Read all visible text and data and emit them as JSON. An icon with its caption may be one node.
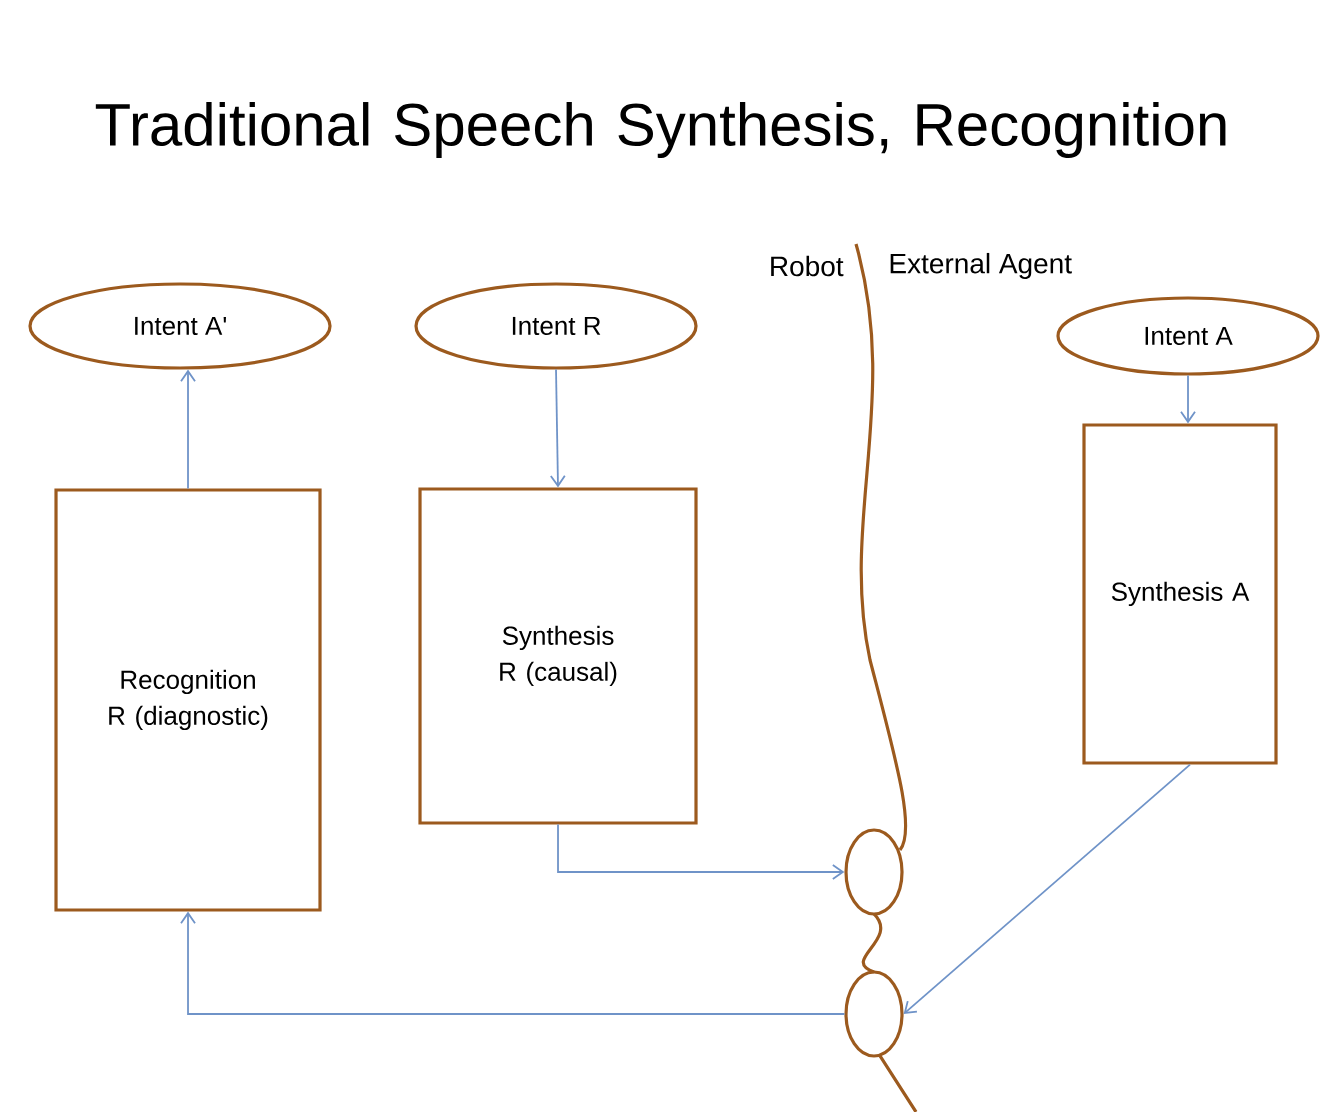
{
  "diagram": {
    "title": "Traditional Speech Synthesis, Recognition",
    "nodes": [
      {
        "text": [
          "Intent A'"
        ]
      },
      {
        "text": [
          "Intent R"
        ]
      },
      {
        "text": [
          "Intent A"
        ]
      },
      {
        "text": [
          "Recognition R (diagnostic)"
        ]
      },
      {
        "text": [
          "Synthesis R (causal)"
        ]
      },
      {
        "text": [
          "Synthesis A"
        ]
      },
      {
        "text": [],
        "shape": "circle"
      },
      {
        "text": [],
        "shape": "circle"
      }
    ],
    "edges": [
      {
        "from": 3,
        "to": 0,
        "arrow": "to"
      },
      {
        "from": 1,
        "to": 4,
        "arrow": "to"
      },
      {
        "from": 2,
        "to": 5,
        "arrow": "to"
      },
      {
        "from": 4,
        "to": 6,
        "arrow": "to"
      },
      {
        "from": 5,
        "to": 7,
        "arrow": "to"
      },
      {
        "from": 7,
        "to": 3,
        "arrow": "to"
      }
    ],
    "labels": [
      "Robot",
      "External Agent"
    ]
  }
}
